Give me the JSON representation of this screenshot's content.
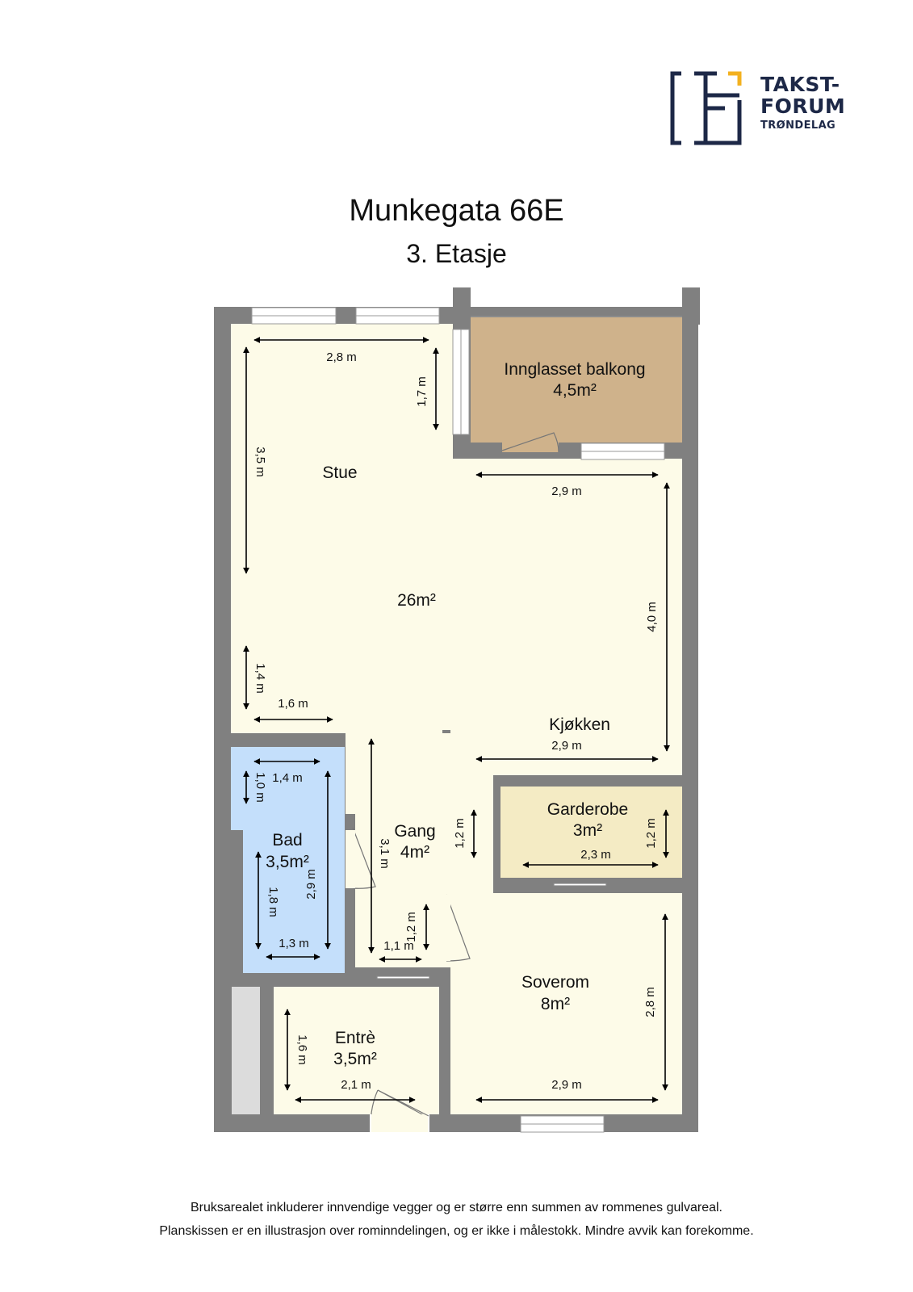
{
  "logo": {
    "line1": "TAKST-",
    "line2": "FORUM",
    "line3": "TRØNDELAG",
    "colors": {
      "navy": "#1d2847",
      "accent": "#f3b11f"
    }
  },
  "header": {
    "title": "Munkegata 66E",
    "subtitle": "3. Etasje"
  },
  "colors": {
    "wall": "#808080",
    "floor_default": "#fdfbe8",
    "balcony": "#cfb28b",
    "bath": "#c4dffb",
    "wardrobe": "#f4ebc4",
    "storage": "#dcdcdc",
    "window": "#ffffff"
  },
  "rooms": {
    "stue": {
      "name": "Stue",
      "area": "26m²"
    },
    "balkong": {
      "name": "Innglasset balkong",
      "area": "4,5m²"
    },
    "kjokken": {
      "name": "Kjøkken"
    },
    "bad": {
      "name": "Bad",
      "area": "3,5m²"
    },
    "gang": {
      "name": "Gang",
      "area": "4m²"
    },
    "garderobe": {
      "name": "Garderobe",
      "area": "3m²"
    },
    "soverom": {
      "name": "Soverom",
      "area": "8m²"
    },
    "entre": {
      "name": "Entrè",
      "area": "3,5m²"
    }
  },
  "dimensions": {
    "stue_width_top": "2,8 m",
    "stue_height_left": "3,5 m",
    "stue_window_height": "1,7 m",
    "kjokken_width_top": "2,9 m",
    "kjokken_height": "4,0 m",
    "kjokken_width_bottom": "2,9 m",
    "stue_lower_height": "1,4 m",
    "stue_lower_width": "1,6 m",
    "bad_width_top": "1,4 m",
    "bad_height_top": "1,0 m",
    "bad_height_full": "2,9 m",
    "bad_height_lower": "1,8 m",
    "bad_width_bottom": "1,3 m",
    "gang_height": "3,1 m",
    "gang_right_height": "1,2 m",
    "gang_lower_height": "1,2 m",
    "gang_lower_width": "1,1 m",
    "garderobe_height": "1,2 m",
    "garderobe_width": "2,3 m",
    "soverom_height": "2,8 m",
    "soverom_width": "2,9 m",
    "entre_height": "1,6 m",
    "entre_width": "2,1 m"
  },
  "footer": {
    "line1": "Bruksarealet inkluderer innvendige vegger og er større enn summen av rommenes gulvareal.",
    "line2": "Planskissen er en illustrasjon over rominndelingen, og er ikke i målestokk. Mindre avvik kan forekomme."
  }
}
